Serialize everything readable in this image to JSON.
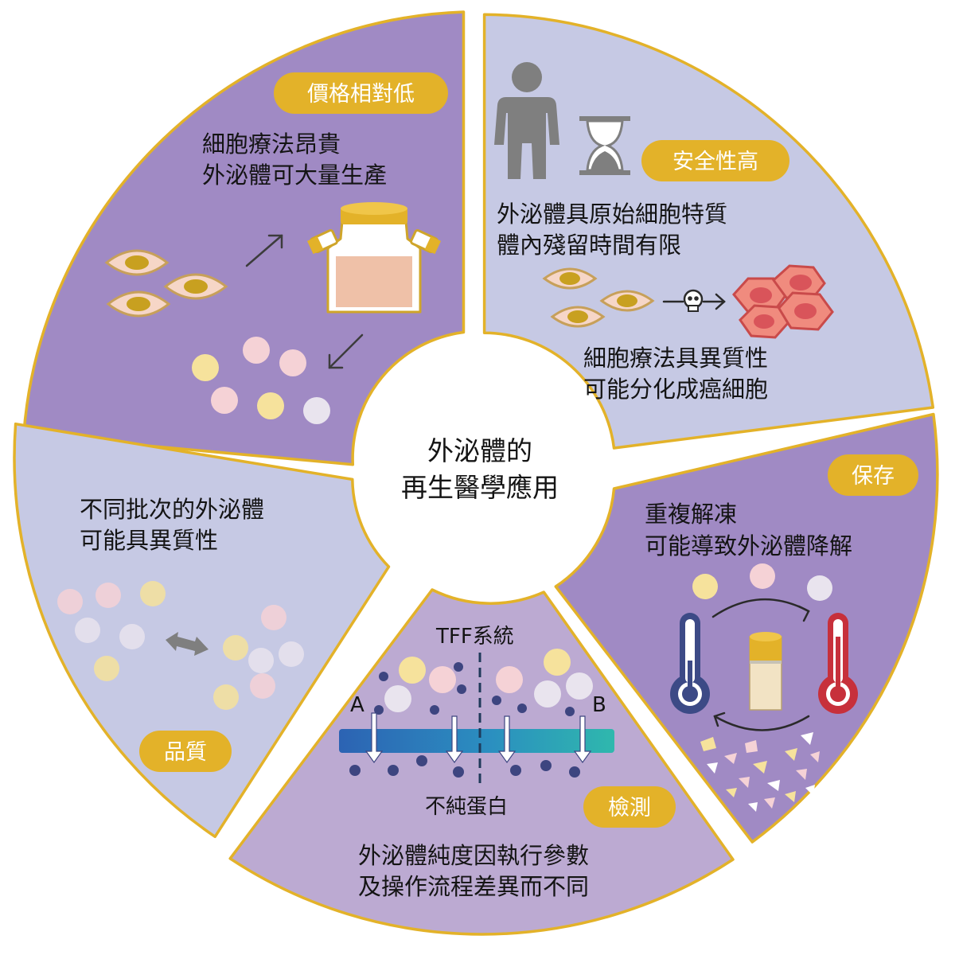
{
  "center": {
    "line1": "外泌體的",
    "line2": "再生醫學應用"
  },
  "segments": {
    "price": {
      "badge": "價格相對低",
      "line1": "細胞療法昂貴",
      "line2": "外泌體可大量生產"
    },
    "safety": {
      "badge": "安全性高",
      "line1": "外泌體具原始細胞特質",
      "line2": "體內殘留時間有限",
      "line3": "細胞療法具異質性",
      "line4": "可能分化成癌細胞"
    },
    "storage": {
      "badge": "保存",
      "line1": "重複解凍",
      "line2": "可能導致外泌體降解"
    },
    "detection": {
      "badge": "檢測",
      "tff_label": "TFF系統",
      "label_a": "A",
      "label_b": "B",
      "protein_label": "不純蛋白",
      "line1": "外泌體純度因執行參數",
      "line2": "及操作流程差異而不同"
    },
    "quality": {
      "badge": "品質",
      "line1": "不同批次的外泌體",
      "line2": "可能具異質性"
    }
  },
  "colors": {
    "dark_segment": "#a08ac4",
    "light_segment": "#c6c9e4",
    "detection_segment": "#bcaad2",
    "border_gold": "#e3b229",
    "badge_gold": "#e3b229",
    "center_fill": "#ffffff",
    "dot_navy": "#3d4580",
    "vesicle_pink": "#f5d2d6",
    "vesicle_yellow": "#f6e29c",
    "vesicle_white": "#e9e4ee"
  },
  "icons": [
    "person-icon",
    "hourglass-icon",
    "skull-icon",
    "thermometer-cold-icon",
    "thermometer-hot-icon",
    "bioreactor-flask-icon",
    "vial-icon",
    "cell-icon"
  ]
}
